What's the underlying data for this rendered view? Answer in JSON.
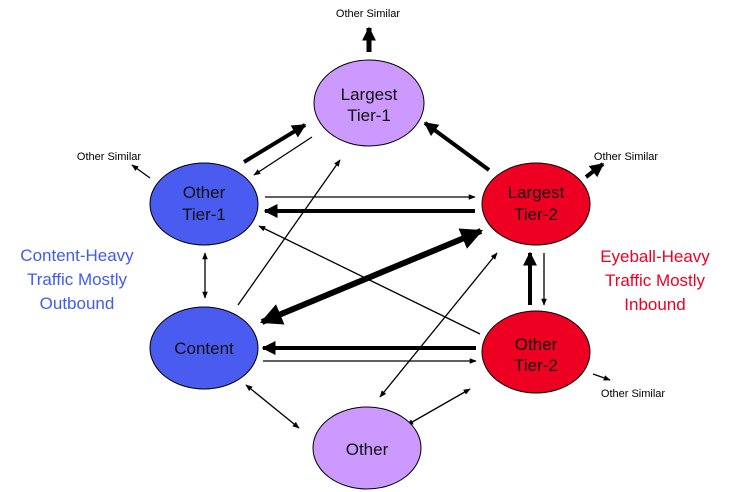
{
  "colors": {
    "blue_node": "#4a5cf0",
    "purple_node": "#cc99ff",
    "red_node": "#ee0022",
    "left_caption": "#3f5cf0",
    "right_caption": "#ee0022",
    "arrow": "#000000"
  },
  "nodes": [
    {
      "id": "largest-tier-1",
      "lines": [
        "Largest",
        "Tier-1"
      ],
      "color": "purple"
    },
    {
      "id": "other-tier-1",
      "lines": [
        "Other",
        "Tier-1"
      ],
      "color": "blue"
    },
    {
      "id": "largest-tier-2",
      "lines": [
        "Largest",
        "Tier-2"
      ],
      "color": "red"
    },
    {
      "id": "content",
      "lines": [
        "Content"
      ],
      "color": "blue"
    },
    {
      "id": "other-tier-2",
      "lines": [
        "Other",
        "Tier-2"
      ],
      "color": "red"
    },
    {
      "id": "other",
      "lines": [
        "Other"
      ],
      "color": "purple"
    }
  ],
  "other_similar_labels": {
    "top": "Other Similar",
    "left": "Other Similar",
    "right_top": "Other Similar",
    "right_bottom": "Other Similar"
  },
  "captions": {
    "left": [
      "Content-Heavy",
      "Traffic Mostly",
      "Outbound"
    ],
    "right": [
      "Eyeball-Heavy",
      "Traffic Mostly",
      "Inbound"
    ]
  },
  "edges": [
    {
      "from": "other-tier-1",
      "to": "largest-tier-1",
      "weight": "heavy"
    },
    {
      "from": "largest-tier-1",
      "to": "other-tier-1",
      "weight": "light"
    },
    {
      "from": "largest-tier-2",
      "to": "largest-tier-1",
      "weight": "heavy"
    },
    {
      "from": "content",
      "to": "largest-tier-1",
      "weight": "light"
    },
    {
      "from": "other-tier-1",
      "to": "largest-tier-2",
      "weight": "light"
    },
    {
      "from": "largest-tier-2",
      "to": "other-tier-1",
      "weight": "heavy"
    },
    {
      "from": "other-tier-2",
      "to": "other-tier-1",
      "weight": "light"
    },
    {
      "from": "content",
      "to": "largest-tier-2",
      "weight": "very-heavy",
      "bidirectional": true
    },
    {
      "from": "other-tier-2",
      "to": "largest-tier-2",
      "weight": "heavy"
    },
    {
      "from": "largest-tier-2",
      "to": "other-tier-2",
      "weight": "light"
    },
    {
      "from": "other-tier-2",
      "to": "content",
      "weight": "heavy"
    },
    {
      "from": "content",
      "to": "other-tier-2",
      "weight": "light"
    },
    {
      "from": "other-tier-1",
      "to": "content",
      "weight": "light",
      "bidirectional": true
    },
    {
      "from": "content",
      "to": "other",
      "weight": "light",
      "bidirectional": true
    },
    {
      "from": "other-tier-2",
      "to": "other",
      "weight": "light",
      "bidirectional": true
    },
    {
      "from": "other",
      "to": "largest-tier-2",
      "weight": "light",
      "bidirectional": true
    }
  ]
}
